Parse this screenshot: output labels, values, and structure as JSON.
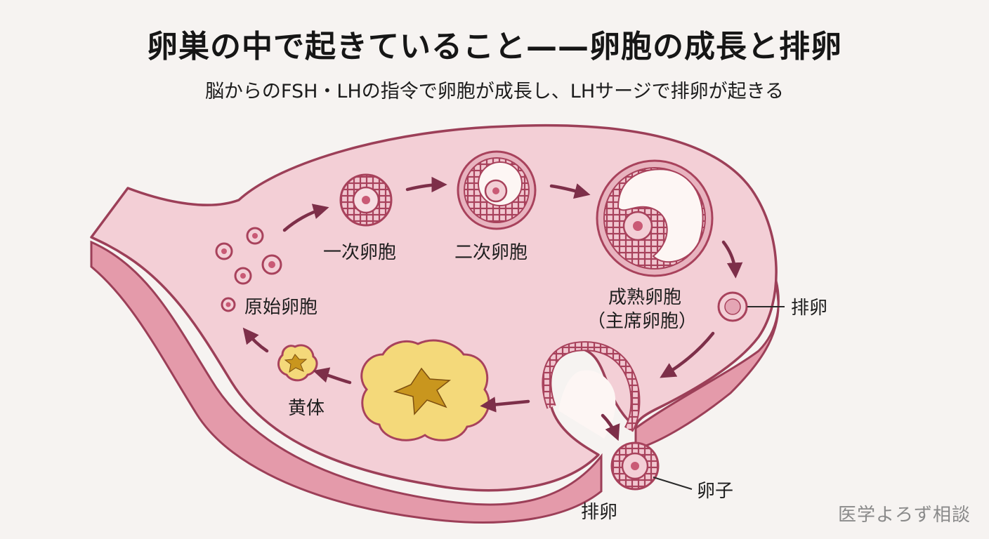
{
  "header": {
    "title": "卵巣の中で起きていること——卵胞の成長と排卵",
    "subtitle": "脳からのFSH・LHの指令で卵胞が成長し、LHサージで排卵が起きる"
  },
  "labels": {
    "primordial": "原始卵胞",
    "primary": "一次卵胞",
    "secondary": "二次卵胞",
    "mature_line1": "成熟卵胞",
    "mature_line2": "（主席卵胞）",
    "ovulation_right": "排卵",
    "ovulation_bottom": "排卵",
    "egg": "卵子",
    "corpus_luteum": "黄体"
  },
  "watermark": "医学よろず相談",
  "colors": {
    "ovary_fill": "#f3cfd6",
    "ovary_stroke": "#9c3f58",
    "ovary_side": "#e49aaa",
    "follicle_ring": "#a8425c",
    "follicle_cell": "#f1c6cf",
    "arrow": "#7d2f49",
    "corpus_fill": "#f4d97a",
    "corpus_core": "#c9961e"
  }
}
